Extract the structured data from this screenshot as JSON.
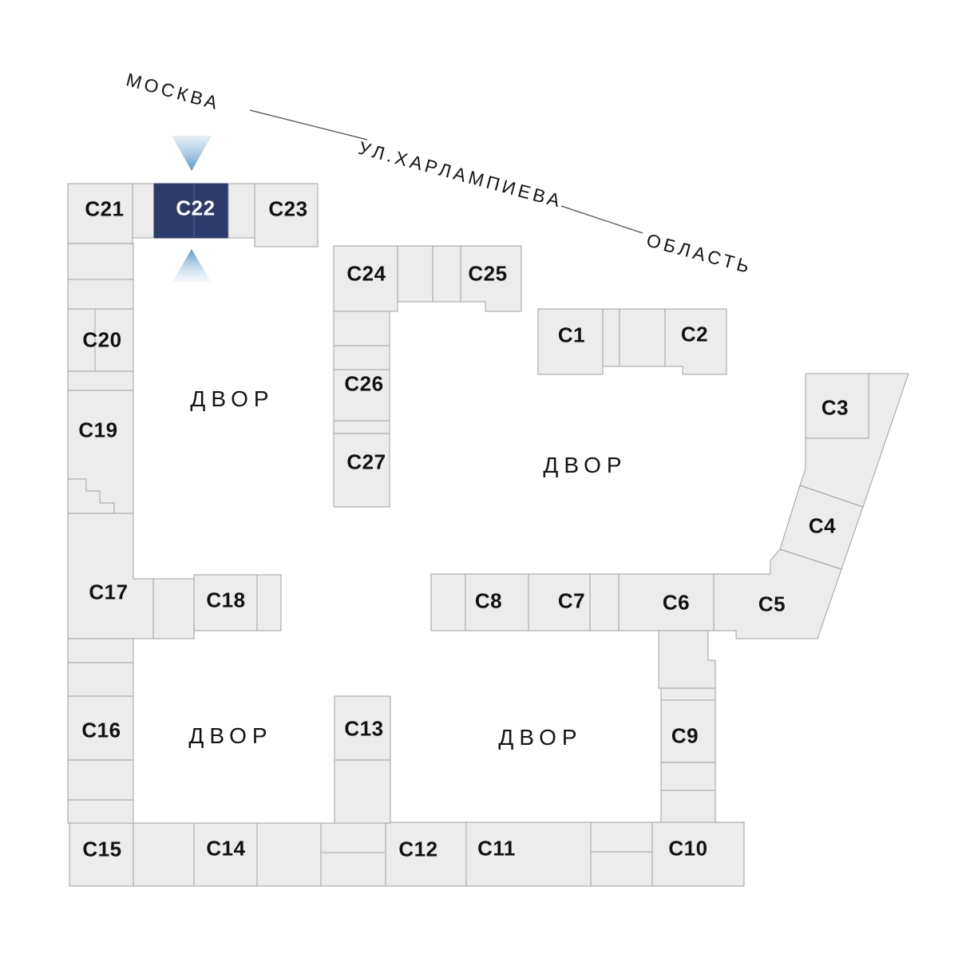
{
  "map": {
    "city_label": "МОСКВА",
    "street_label": "УЛ.ХАРЛАМПИЕВА",
    "region_label": "ОБЛАСТЬ",
    "courtyard_label": "ДВОР",
    "selected_building": "С22",
    "colors": {
      "selected_fill": "#2d3b6c",
      "selected_text": "#ffffff",
      "block_fill": "#ececec",
      "block_border": "#a0a0a0",
      "label_text": "#111111",
      "arrow_blue": "#5897c4",
      "arrow_blue_light": "#cde2f0"
    },
    "buildings": [
      {
        "id": "C1",
        "label": "С1"
      },
      {
        "id": "C2",
        "label": "С2"
      },
      {
        "id": "C3",
        "label": "С3"
      },
      {
        "id": "C4",
        "label": "С4"
      },
      {
        "id": "C5",
        "label": "С5"
      },
      {
        "id": "C6",
        "label": "С6"
      },
      {
        "id": "C7",
        "label": "С7"
      },
      {
        "id": "C8",
        "label": "С8"
      },
      {
        "id": "C9",
        "label": "С9"
      },
      {
        "id": "C10",
        "label": "С10"
      },
      {
        "id": "C11",
        "label": "С11"
      },
      {
        "id": "C12",
        "label": "С12"
      },
      {
        "id": "C13",
        "label": "С13"
      },
      {
        "id": "C14",
        "label": "С14"
      },
      {
        "id": "C15",
        "label": "С15"
      },
      {
        "id": "C16",
        "label": "С16"
      },
      {
        "id": "C17",
        "label": "С17"
      },
      {
        "id": "C18",
        "label": "С18"
      },
      {
        "id": "C19",
        "label": "С19"
      },
      {
        "id": "C20",
        "label": "С20"
      },
      {
        "id": "C21",
        "label": "С21"
      },
      {
        "id": "C22",
        "label": "С22"
      },
      {
        "id": "C23",
        "label": "С23"
      },
      {
        "id": "C24",
        "label": "С24"
      },
      {
        "id": "C25",
        "label": "С25"
      },
      {
        "id": "C26",
        "label": "С26"
      },
      {
        "id": "C27",
        "label": "С27"
      }
    ]
  }
}
